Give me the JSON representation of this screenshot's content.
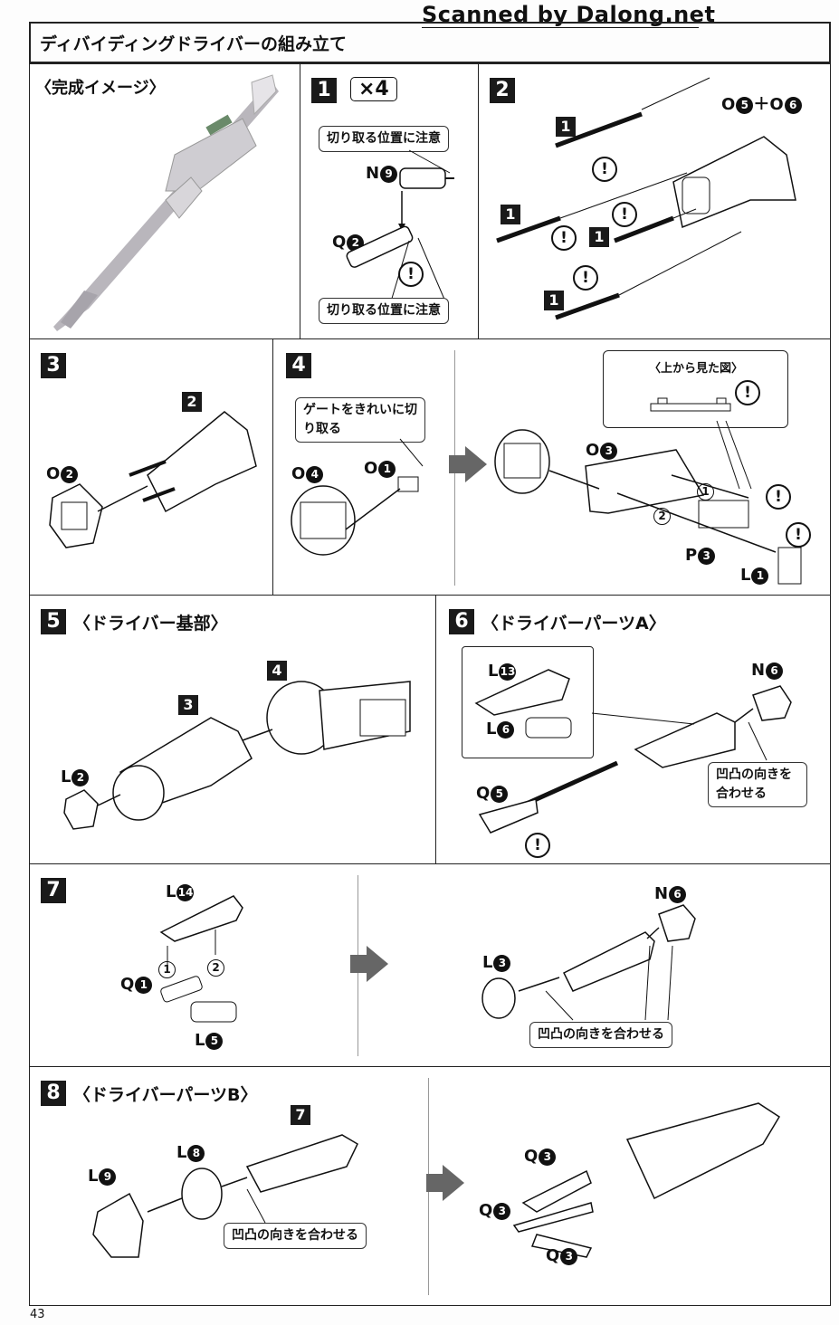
{
  "header": {
    "scanned": "Scanned by Dalong.net",
    "title": "ディバイディングドライバーの組み立て"
  },
  "page_number": "43",
  "preview": {
    "label": "〈完成イメージ〉"
  },
  "steps": {
    "s1": {
      "num": "1",
      "qty": "×4",
      "cut_note_top": "切り取る位置に注意",
      "part_a": "N",
      "part_a_no": "9",
      "part_b": "Q",
      "part_b_no": "2",
      "cut_note_bottom": "切り取る位置に注意"
    },
    "s2": {
      "num": "2",
      "ref": "1",
      "part_o5": "O",
      "o5": "5",
      "plus": "＋",
      "part_o6": "O",
      "o6": "6"
    },
    "s3": {
      "num": "3",
      "ref": "2",
      "part": "O",
      "part_no": "2"
    },
    "s4": {
      "num": "4",
      "gate_note": "ゲートをきれいに切り取る",
      "part_o4": "O",
      "o4": "4",
      "part_o1": "O",
      "o1": "1",
      "part_o3": "O",
      "o3": "3",
      "top_view": "〈上から見た図〉",
      "part_p": "P",
      "p3": "3",
      "part_l": "L",
      "l1": "1",
      "order1": "1",
      "order2": "2"
    },
    "s5": {
      "num": "5",
      "title": "〈ドライバー基部〉",
      "ref3": "3",
      "ref4": "4",
      "part": "L",
      "part_no": "2"
    },
    "s6": {
      "num": "6",
      "title": "〈ドライバーパーツA〉",
      "part_l13": "L",
      "l13": "13",
      "part_l6": "L",
      "l6": "6",
      "part_n6": "N",
      "n6": "6",
      "part_q5": "Q",
      "q5": "5",
      "align_note": "凹凸の向きを合わせる"
    },
    "s7": {
      "num": "7",
      "part_l14": "L",
      "l14": "14",
      "part_q1": "Q",
      "q1": "1",
      "part_l5": "L",
      "l5": "5",
      "part_n6": "N",
      "n6": "6",
      "part_l3": "L",
      "l3": "3",
      "align_note": "凹凸の向きを合わせる",
      "order1": "1",
      "order2": "2"
    },
    "s8": {
      "num": "8",
      "title": "〈ドライバーパーツB〉",
      "ref": "7",
      "part_l8": "L",
      "l8": "8",
      "part_l9": "L",
      "l9": "9",
      "part_q3": "Q",
      "q3": "3",
      "align_note": "凹凸の向きを合わせる"
    }
  },
  "warn_symbol": "!"
}
